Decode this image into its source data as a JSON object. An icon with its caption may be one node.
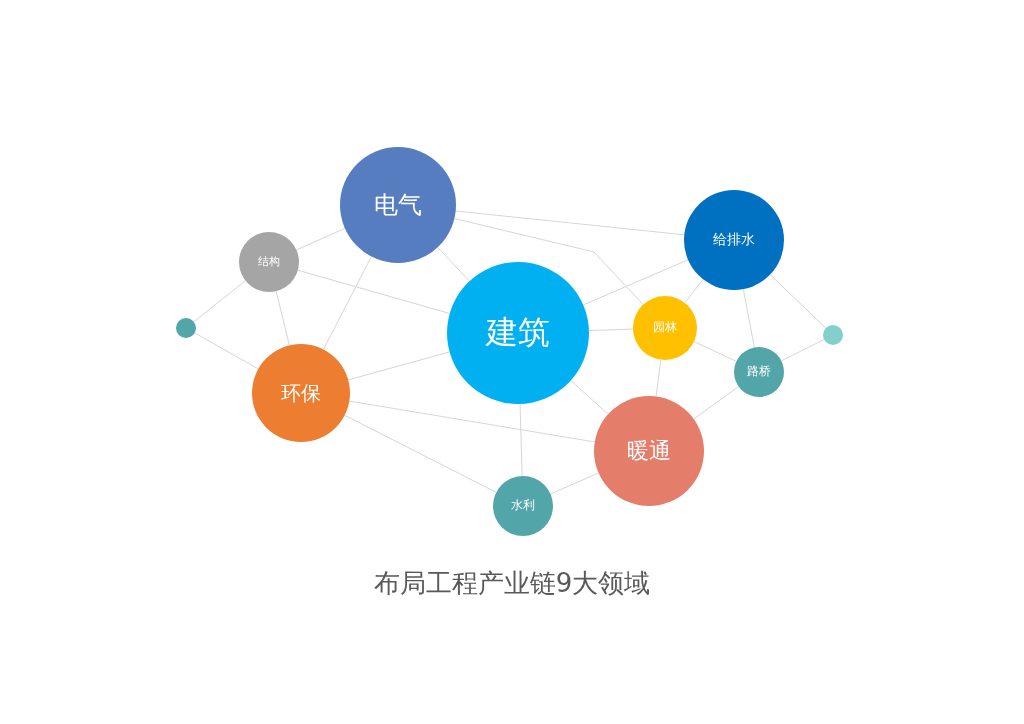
{
  "diagram": {
    "title": "布局工程产业链9大领域",
    "nodes": [
      {
        "text": [
          "电气"
        ]
      },
      {
        "text": [
          "结构"
        ]
      },
      {
        "text": [
          "给排水"
        ]
      },
      {
        "text": [
          "建筑"
        ]
      },
      {
        "text": [
          "园林"
        ]
      },
      {
        "text": [
          "路桥"
        ]
      },
      {
        "text": [
          "环保"
        ]
      },
      {
        "text": [
          "暖通"
        ]
      },
      {
        "text": [
          "水利"
        ]
      },
      {
        "text": [],
        "shape": "circle"
      },
      {
        "text": [],
        "shape": "circle"
      }
    ],
    "edges": [
      {
        "from": 1,
        "to": 0,
        "arrow": "none"
      },
      {
        "from": 0,
        "to": 2,
        "arrow": "none"
      },
      {
        "from": 0,
        "to": 4,
        "arrow": "none"
      },
      {
        "from": 0,
        "to": 3,
        "arrow": "none"
      },
      {
        "from": 0,
        "to": 6,
        "arrow": "none"
      },
      {
        "from": 1,
        "to": 3,
        "arrow": "none"
      },
      {
        "from": 1,
        "to": 6,
        "arrow": "none"
      },
      {
        "from": 9,
        "to": 1,
        "arrow": "none"
      },
      {
        "from": 9,
        "to": 6,
        "arrow": "none"
      },
      {
        "from": 6,
        "to": 3,
        "arrow": "none"
      },
      {
        "from": 6,
        "to": 7,
        "arrow": "none"
      },
      {
        "from": 6,
        "to": 8,
        "arrow": "none"
      },
      {
        "from": 3,
        "to": 8,
        "arrow": "none"
      },
      {
        "from": 3,
        "to": 4,
        "arrow": "none"
      },
      {
        "from": 3,
        "to": 7,
        "arrow": "none"
      },
      {
        "from": 3,
        "to": 2,
        "arrow": "none"
      },
      {
        "from": 2,
        "to": 4,
        "arrow": "none"
      },
      {
        "from": 2,
        "to": 5,
        "arrow": "none"
      },
      {
        "from": 2,
        "to": 10,
        "arrow": "none"
      },
      {
        "from": 4,
        "to": 5,
        "arrow": "none"
      },
      {
        "from": 4,
        "to": 7,
        "arrow": "none"
      },
      {
        "from": 5,
        "to": 10,
        "arrow": "none"
      },
      {
        "from": 5,
        "to": 7,
        "arrow": "none"
      },
      {
        "from": 8,
        "to": 7,
        "arrow": "none"
      }
    ]
  }
}
